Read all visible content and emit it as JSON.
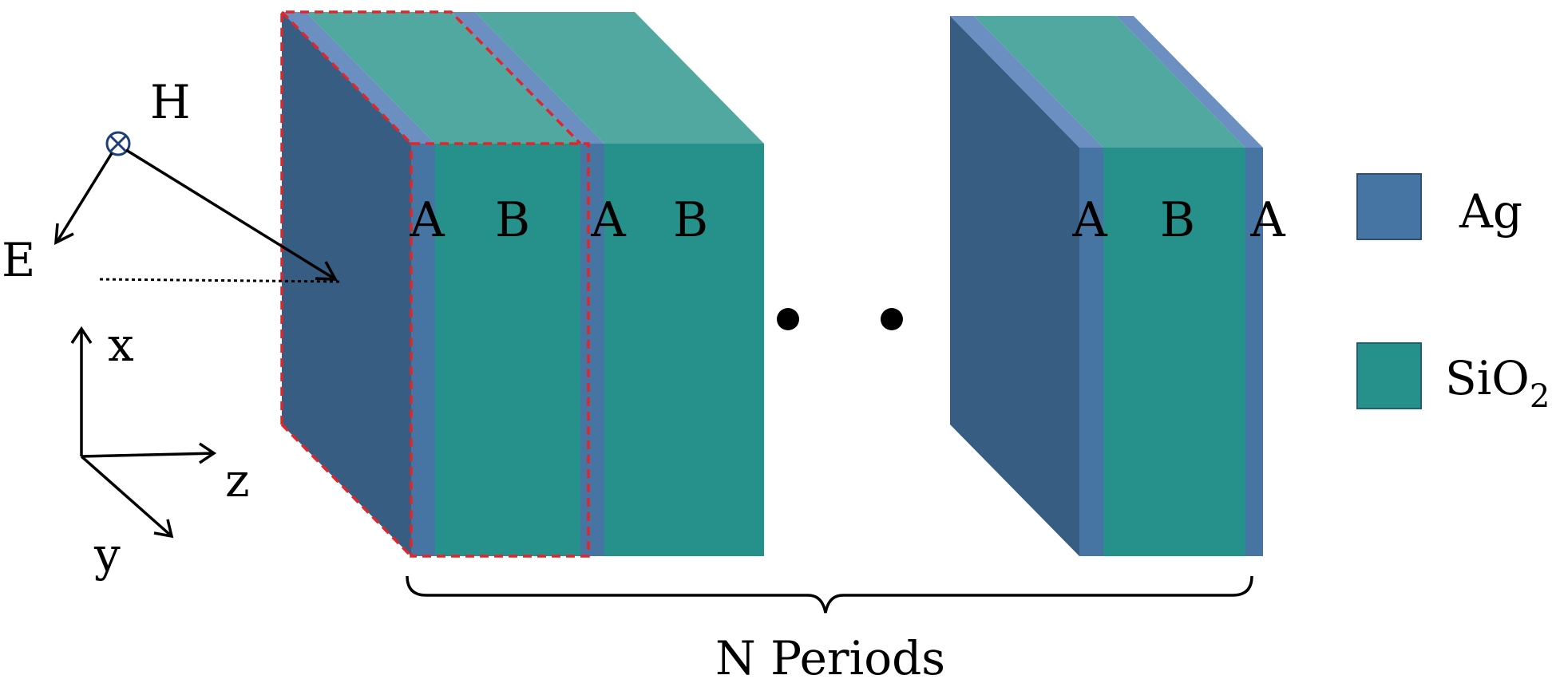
{
  "diagram": {
    "field_labels": {
      "magnetic": "H",
      "electric": "E"
    },
    "axes": {
      "x": "x",
      "y": "y",
      "z": "z"
    },
    "block1_layers": [
      "A",
      "B",
      "A",
      "B"
    ],
    "block2_layers": [
      "A",
      "B",
      "A"
    ],
    "ellipsis": "• • •",
    "caption": "N Periods",
    "legend": [
      {
        "label": "Ag",
        "color": "#4674a3"
      },
      {
        "label": "SiO",
        "subscript": "2",
        "color": "#26918a"
      }
    ],
    "colors": {
      "silver_front": "#4674a3",
      "silver_side": "#375d82",
      "silver_top": "#6b8fc0",
      "oxide_front": "#26918a",
      "oxide_top": "#51a8a0",
      "unit_cell_outline": "#e0262a",
      "vector": "#000000",
      "h_symbol": "#1f3f7a"
    }
  }
}
